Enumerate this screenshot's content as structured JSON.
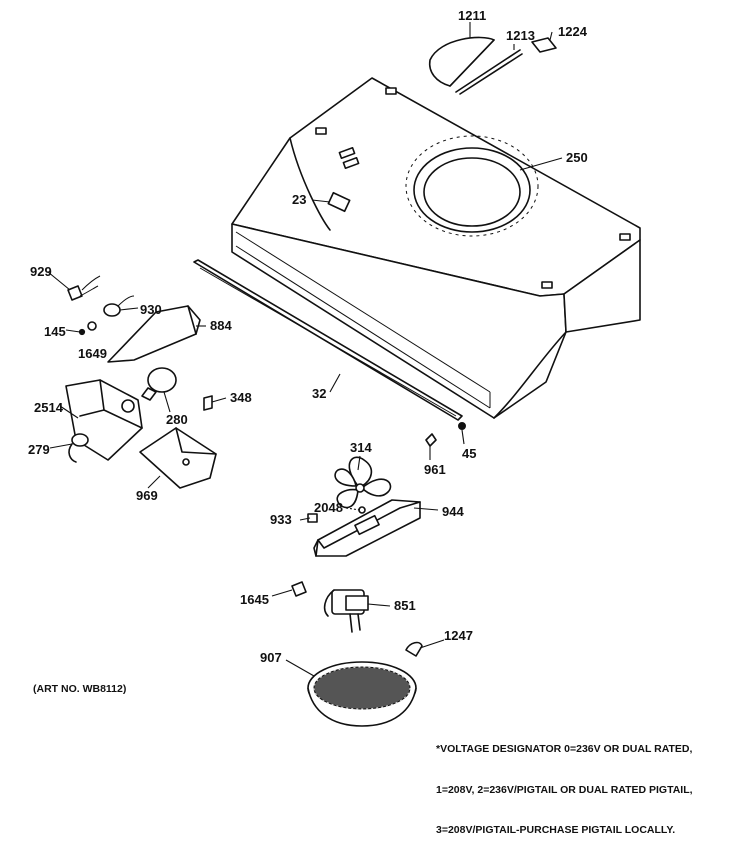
{
  "diagram": {
    "art_number": "(ART NO. WB8112)",
    "footnote_lines": [
      "*VOLTAGE DESIGNATOR 0=236V OR DUAL RATED,",
      "1=208V, 2=236V/PIGTAIL OR DUAL RATED PIGTAIL,",
      "3=208V/PIGTAIL-PURCHASE PIGTAIL LOCALLY."
    ],
    "callouts": [
      {
        "id": "1211"
      },
      {
        "id": "1213"
      },
      {
        "id": "1224"
      },
      {
        "id": "250"
      },
      {
        "id": "23"
      },
      {
        "id": "929"
      },
      {
        "id": "930"
      },
      {
        "id": "145"
      },
      {
        "id": "1649"
      },
      {
        "id": "884"
      },
      {
        "id": "2514"
      },
      {
        "id": "280"
      },
      {
        "id": "348"
      },
      {
        "id": "32"
      },
      {
        "id": "279"
      },
      {
        "id": "969"
      },
      {
        "id": "314"
      },
      {
        "id": "961"
      },
      {
        "id": "45"
      },
      {
        "id": "2048"
      },
      {
        "id": "944"
      },
      {
        "id": "933"
      },
      {
        "id": "1645"
      },
      {
        "id": "851"
      },
      {
        "id": "907"
      },
      {
        "id": "1247"
      }
    ]
  }
}
